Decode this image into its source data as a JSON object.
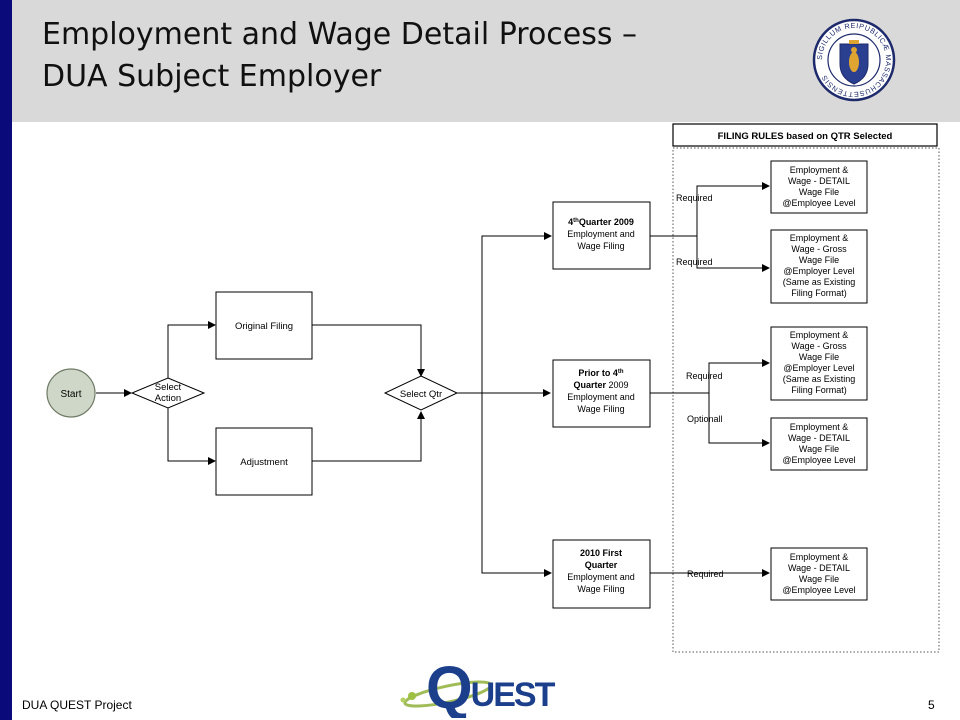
{
  "slide": {
    "title_line1": "Employment and Wage Detail Process –",
    "title_line2": "DUA Subject Employer",
    "footer_left": "DUA QUEST Project",
    "page_number": "5"
  },
  "seal": {
    "outer_text": "SIGILLUM REIPUBLICÆ MASSACHUSETTENSIS"
  },
  "logo": {
    "text": "QUEST"
  },
  "colors": {
    "left_bar": "#0a0a7a",
    "header_bg": "#d9d9d9",
    "start_fill": "#cfd8c8",
    "logo_blue": "#1c3f8c"
  },
  "diagram": {
    "start": "Start",
    "select_action": [
      "Select",
      "Action"
    ],
    "original_filing": "Original Filing",
    "adjustment": "Adjustment",
    "select_qtr": "Select Qtr",
    "q4_2009": [
      "4th Quarter 2009",
      "Employment and",
      "Wage Filing"
    ],
    "q4_2009_sup": "th",
    "q4_2009_rest": "Quarter 2009",
    "q4_2009_num": "4",
    "prior_q4": [
      "Prior to 4",
      "Quarter 2009",
      "Employment and",
      "Wage Filing"
    ],
    "prior_sup": "th",
    "first_2010": [
      "2010 First",
      "Quarter",
      "Employment and",
      "Wage Filing"
    ],
    "rules_header": "FILING RULES based on QTR Selected",
    "required": "Required",
    "optional": "Optionall",
    "detail_file": [
      "Employment &",
      "Wage - DETAIL",
      "Wage File",
      "@Employee Level"
    ],
    "gross_file": [
      "Employment &",
      "Wage - Gross",
      "Wage File",
      "@Employer Level",
      "(Same as Existing",
      "Filing Format)"
    ]
  }
}
